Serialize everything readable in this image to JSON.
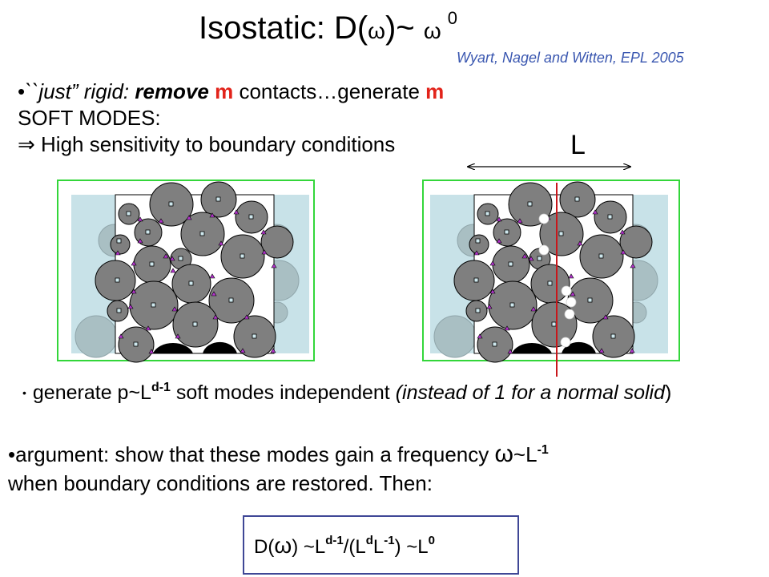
{
  "title": {
    "prefix": "Isostatic: D(",
    "omega": "ω",
    "mid": ")~ ",
    "omega2": "ω",
    "exponent": "0"
  },
  "citation": "Wyart, Nagel and Witten, EPL 2005",
  "bullet1": {
    "part1": "``just” rigid:  ",
    "part2": "remove",
    "part3": " ",
    "m1": "m",
    "part4": " contacts…generate ",
    "m2": "m",
    "line2": "SOFT MODES:",
    "arrow": "⇒",
    "line3": " High sensitivity to boundary conditions"
  },
  "length_label": "L",
  "bullet2": {
    "part1": "generate p~L",
    "sup1": "d-1",
    "part2": " soft modes  independent  ",
    "italic": "(instead of 1 for a normal solid",
    "close": ")"
  },
  "bullet3": {
    "part1": "•argument: show that these modes gain a frequency ",
    "omega": "ω",
    "part2": "~L",
    "sup1": "-1",
    "line2": "when boundary conditions are restored. Then:"
  },
  "formula": {
    "d": "D(",
    "omega": "ω",
    "p1": ") ~L",
    "s1": "d-1",
    "p2": "/(L",
    "s2": "d",
    "p3": "L",
    "s3": "-1",
    "p4": ") ~L",
    "s4": "0"
  },
  "colors": {
    "green_border": "#33d63a",
    "side_panel": "#c8e2e8",
    "grain": "#7f7f7f",
    "contact": "#8a2be2",
    "cut_line": "#c8171b",
    "formula_border": "#3f4796",
    "citation": "#3a57b0",
    "emphasis": "#e2231a"
  }
}
